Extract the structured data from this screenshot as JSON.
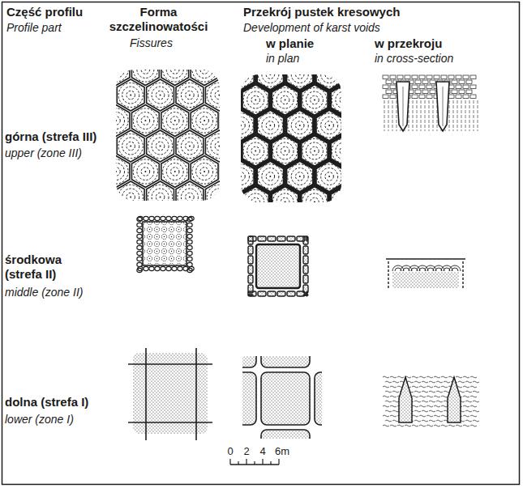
{
  "diagram": {
    "labels": [
      "Część profilu",
      "Profile part",
      "Forma szczelinowatości",
      "Fissures",
      "Przekrój pustek kresowych",
      "Development of karst voids",
      "w planie",
      "in plan",
      "w przekroju",
      "in cross-section",
      "górna (strefa III)",
      "upper (zone III)",
      "środkowa (strefa II)",
      "middle (zone II)",
      "dolna (strefa I)",
      "lower (zone I)",
      "0",
      "2",
      "4",
      "6m"
    ]
  }
}
